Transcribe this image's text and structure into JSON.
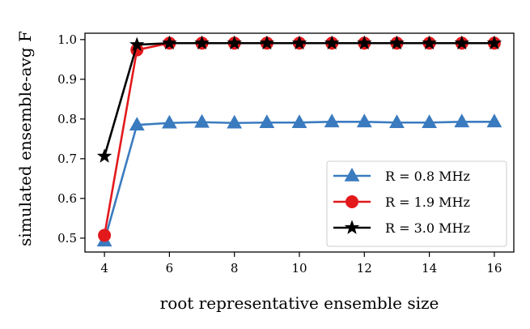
{
  "chart_data": {
    "type": "line",
    "xlabel": "root representative ensemble size",
    "ylabel": "simulated ensemble-avg F",
    "xlim": [
      3.4,
      16.6
    ],
    "ylim": [
      0.465,
      1.016
    ],
    "xticks": [
      4,
      6,
      8,
      10,
      12,
      14,
      16
    ],
    "yticks": [
      0.5,
      0.6,
      0.7,
      0.8,
      0.9,
      1.0
    ],
    "ytick_labels": [
      "0.5",
      "0.6",
      "0.7",
      "0.8",
      "0.9",
      "1.0"
    ],
    "grid": false,
    "legend_position": "lower-right",
    "x": [
      4,
      5,
      6,
      7,
      8,
      9,
      10,
      11,
      12,
      13,
      14,
      15,
      16
    ],
    "series": [
      {
        "name": "R = 0.8 MHz",
        "color": "#3a7bbf",
        "marker": "triangle",
        "values": [
          0.493,
          0.785,
          0.79,
          0.792,
          0.79,
          0.791,
          0.791,
          0.793,
          0.793,
          0.791,
          0.791,
          0.793,
          0.793
        ]
      },
      {
        "name": "R = 1.9 MHz",
        "color": "#e3191c",
        "marker": "circle",
        "values": [
          0.507,
          0.974,
          0.991,
          0.991,
          0.991,
          0.991,
          0.991,
          0.991,
          0.991,
          0.991,
          0.991,
          0.991,
          0.991
        ]
      },
      {
        "name": "R = 3.0 MHz",
        "color": "#000000",
        "marker": "star",
        "values": [
          0.706,
          0.987,
          0.991,
          0.991,
          0.991,
          0.991,
          0.991,
          0.991,
          0.991,
          0.991,
          0.991,
          0.991,
          0.991
        ]
      }
    ]
  }
}
